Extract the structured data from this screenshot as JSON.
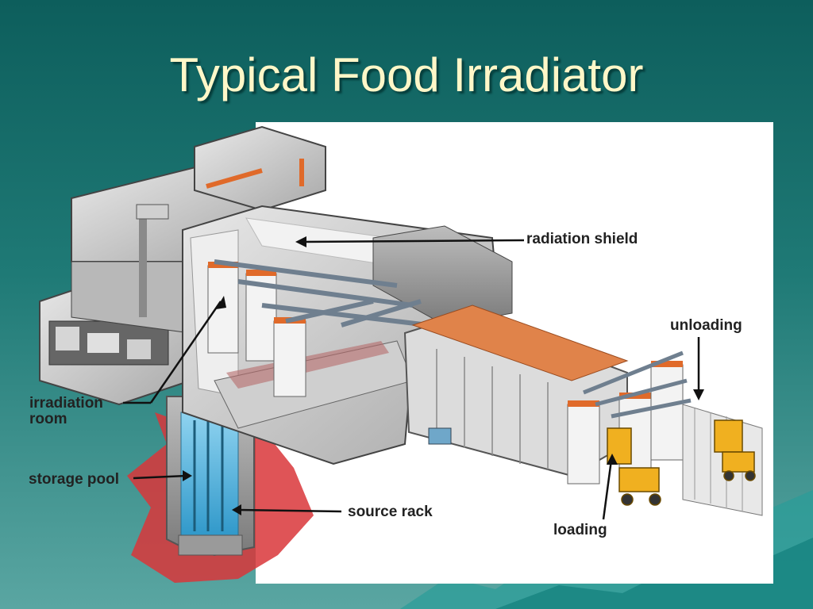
{
  "slide": {
    "title": "Typical Food Irradiator"
  },
  "diagram": {
    "labels": {
      "radiation_shield": "radiation shield",
      "unloading": "unloading",
      "irradiation_room_line1": "irradiation",
      "irradiation_room_line2": "room",
      "storage_pool": "storage pool",
      "source_rack": "source rack",
      "loading": "loading"
    }
  },
  "colors": {
    "title_text": "#fff7c8",
    "background_top": "#0d5e5c",
    "background_bottom": "#5aa6a2",
    "radiation_glow": "#d9363a",
    "pool_water": "#45b3dd",
    "forklift": "#f0b020"
  }
}
